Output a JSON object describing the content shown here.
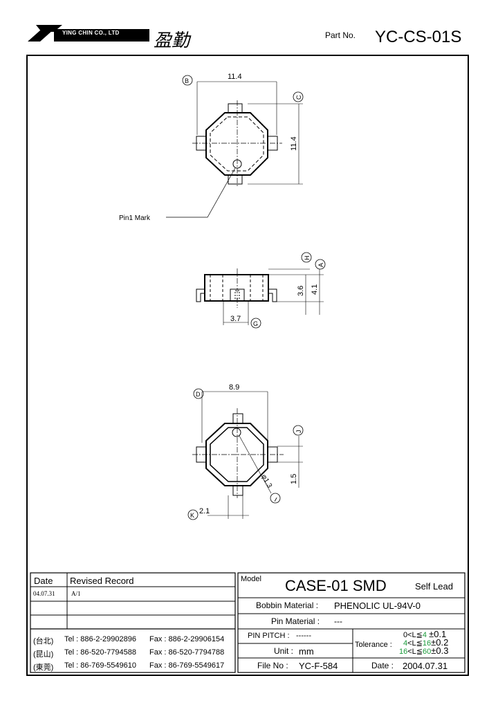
{
  "header": {
    "company_en": "YING CHIN CO., LTD",
    "company_cn": "盈勤",
    "part_no_label": "Part No.",
    "part_no": "YC-CS-01S"
  },
  "drawing": {
    "top_view": {
      "width_dim": "11.4",
      "height_dim": "11.4",
      "label_b": "B",
      "label_c": "C",
      "pin1_mark": "Pin1 Mark"
    },
    "side_view": {
      "dim_h": "3.6",
      "dim_a": "4.1",
      "dim_g": "3.7",
      "label_h": "H",
      "label_a": "A",
      "label_g": "G"
    },
    "bottom_view": {
      "width_dim": "8.9",
      "dim_j": "1.5",
      "dim_i": "φ1.3",
      "dim_k": "2.1",
      "label_d": "D",
      "label_j": "J",
      "label_i": "I",
      "label_k": "K"
    }
  },
  "revision": {
    "col_date": "Date",
    "col_record": "Revised Record",
    "rows": [
      {
        "date": "04.07.31",
        "record": "A/1"
      },
      {
        "date": "",
        "record": ""
      },
      {
        "date": "",
        "record": ""
      }
    ]
  },
  "contacts": [
    {
      "region": "(台北)",
      "tel": "Tel : 886-2-29902896",
      "fax": "Fax : 886-2-29906154"
    },
    {
      "region": "(昆山)",
      "tel": "Tel : 86-520-7794588",
      "fax": "Fax : 86-520-7794788"
    },
    {
      "region": "(東莞)",
      "tel": "Tel : 86-769-5549610",
      "fax": "Fax : 86-769-5549617"
    }
  ],
  "spec": {
    "model_label": "Model",
    "model": "CASE-01 SMD",
    "lead": "Self Lead",
    "bobbin_label": "Bobbin Material :",
    "bobbin": "PHENOLIC UL-94V-0",
    "pin_label": "Pin Material :",
    "pin": "---",
    "pitch_label": "PIN PITCH :",
    "pitch": "------",
    "unit_label": "Unit :",
    "unit": "mm",
    "file_label": "File No :",
    "file": "YC-F-584",
    "tolerance_label": "Tolerance :",
    "tol_rows": [
      {
        "lo": "0",
        "mid": "<L≦",
        "hi": "4",
        "tol": "±0.1"
      },
      {
        "lo": "4",
        "mid": "<L≦",
        "hi": "16",
        "tol": "±0.2"
      },
      {
        "lo": "16",
        "mid": "<L≦",
        "hi": "60",
        "tol": "±0.3"
      }
    ],
    "date_label": "Date :",
    "date": "2004.07.31"
  },
  "colors": {
    "green": "#1a9a3a",
    "ink": "#000000"
  }
}
